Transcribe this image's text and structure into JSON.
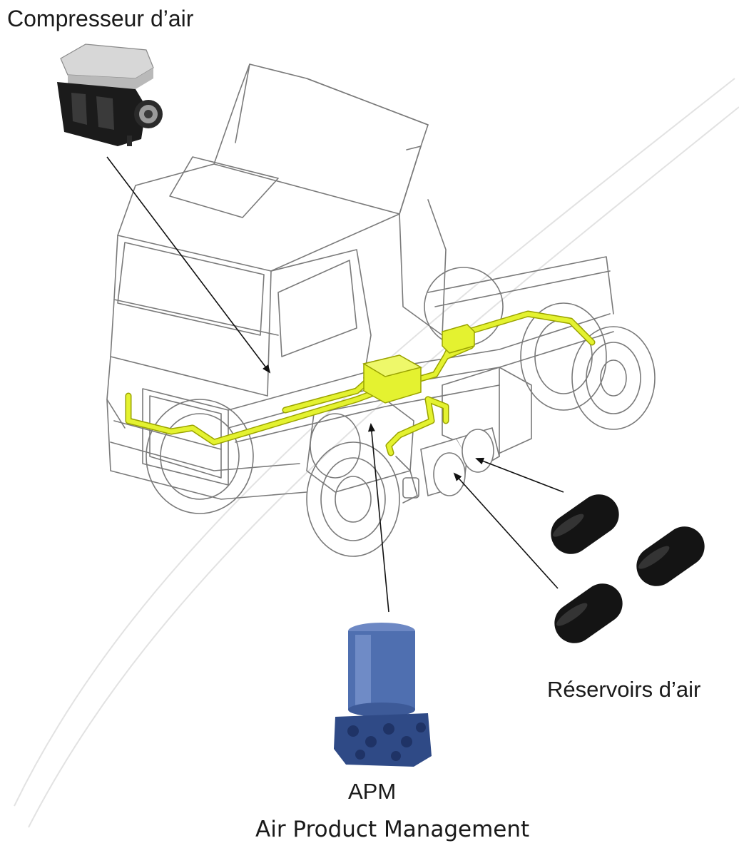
{
  "labels": {
    "compressor": "Compresseur d’air",
    "tanks": "Réservoirs d’air",
    "apm": "APM",
    "apm_full": "Air Product Management"
  },
  "colors": {
    "line": "#7a7a7a",
    "air_line": "#e4f230",
    "air_line_edge": "#9aa300",
    "arrow": "#111111",
    "tank": "#141414",
    "apm_canister": "#4f6fb0",
    "apm_valve": "#2f4a86",
    "compressor_top": "#d7d7d7",
    "compressor_body": "#1b1b1b",
    "watermark": "#e2e2e2"
  },
  "icons": [
    "compressor-icon",
    "air-tank-icon",
    "apm-unit-icon"
  ]
}
